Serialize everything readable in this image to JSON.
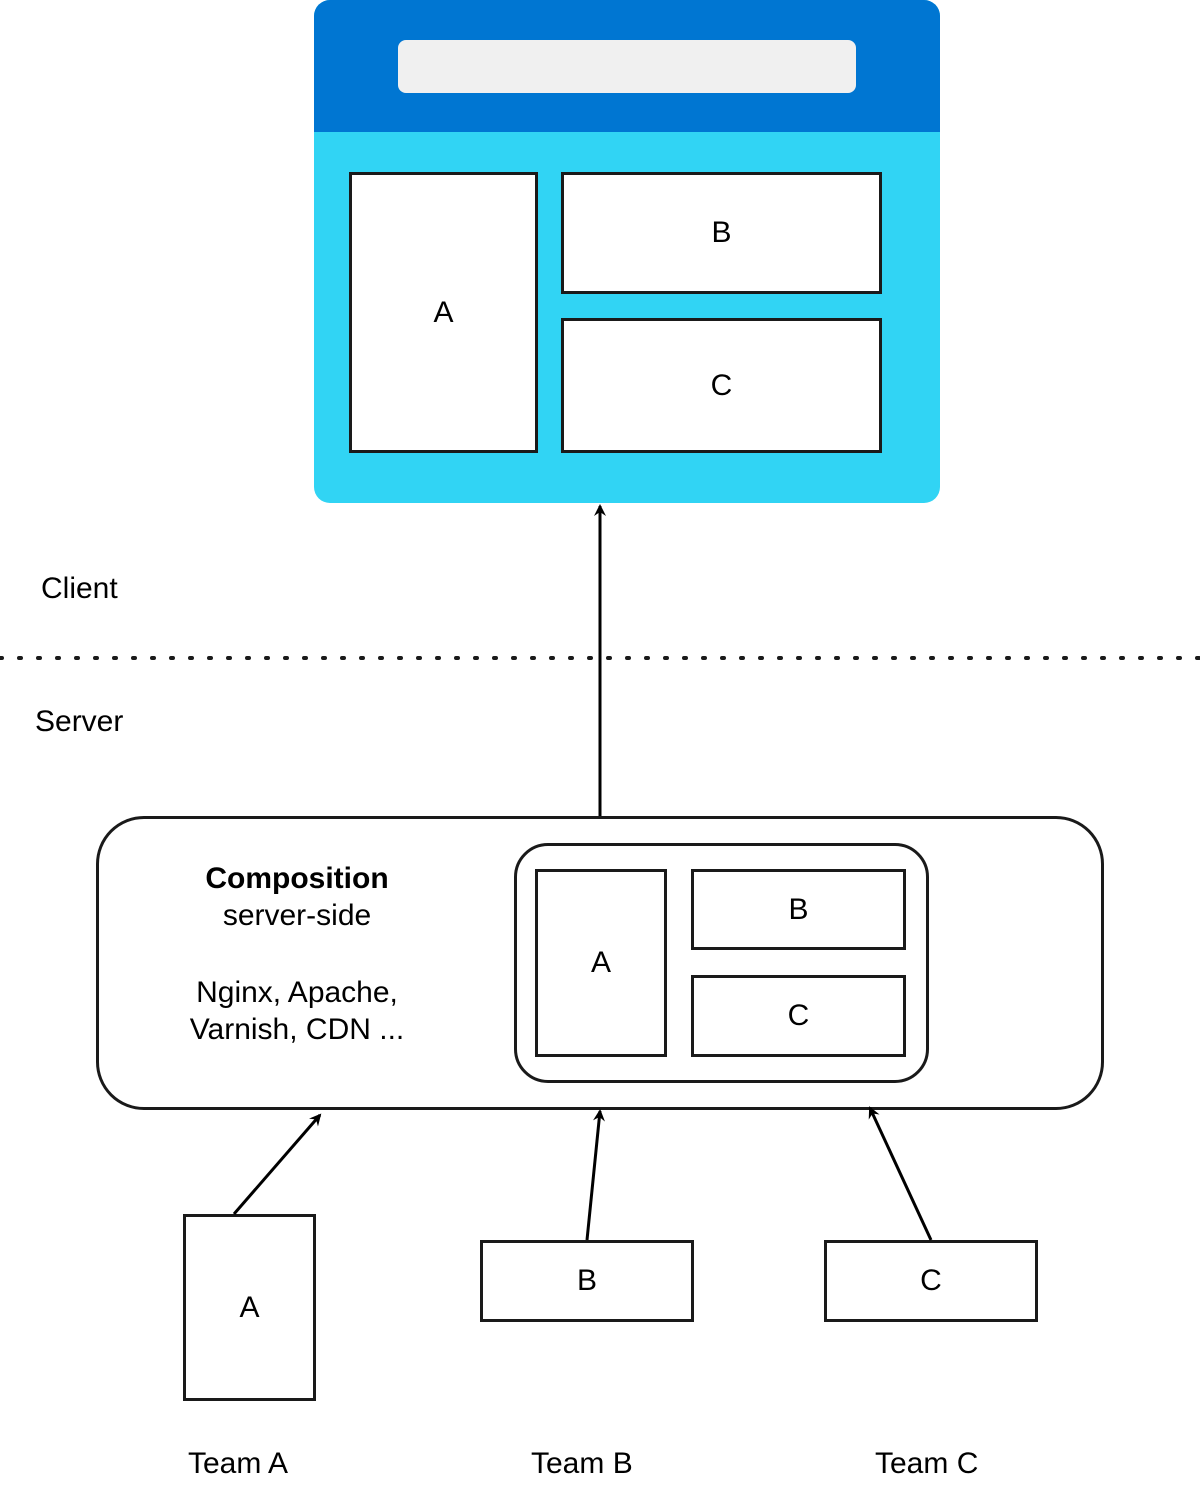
{
  "browser": {
    "header_color": "#0076d2",
    "body_color": "#31d4f4",
    "fragments": {
      "a": "A",
      "b": "B",
      "c": "C"
    }
  },
  "layers": {
    "client": "Client",
    "server": "Server"
  },
  "composition": {
    "title": "Composition",
    "subtitle": "server-side",
    "tools_line1": "Nginx, Apache,",
    "tools_line2": "Varnish, CDN ...",
    "fragments": {
      "a": "A",
      "b": "B",
      "c": "C"
    }
  },
  "teams": [
    {
      "fragment": "A",
      "name": "Team A"
    },
    {
      "fragment": "B",
      "name": "Team B"
    },
    {
      "fragment": "C",
      "name": "Team C"
    }
  ]
}
